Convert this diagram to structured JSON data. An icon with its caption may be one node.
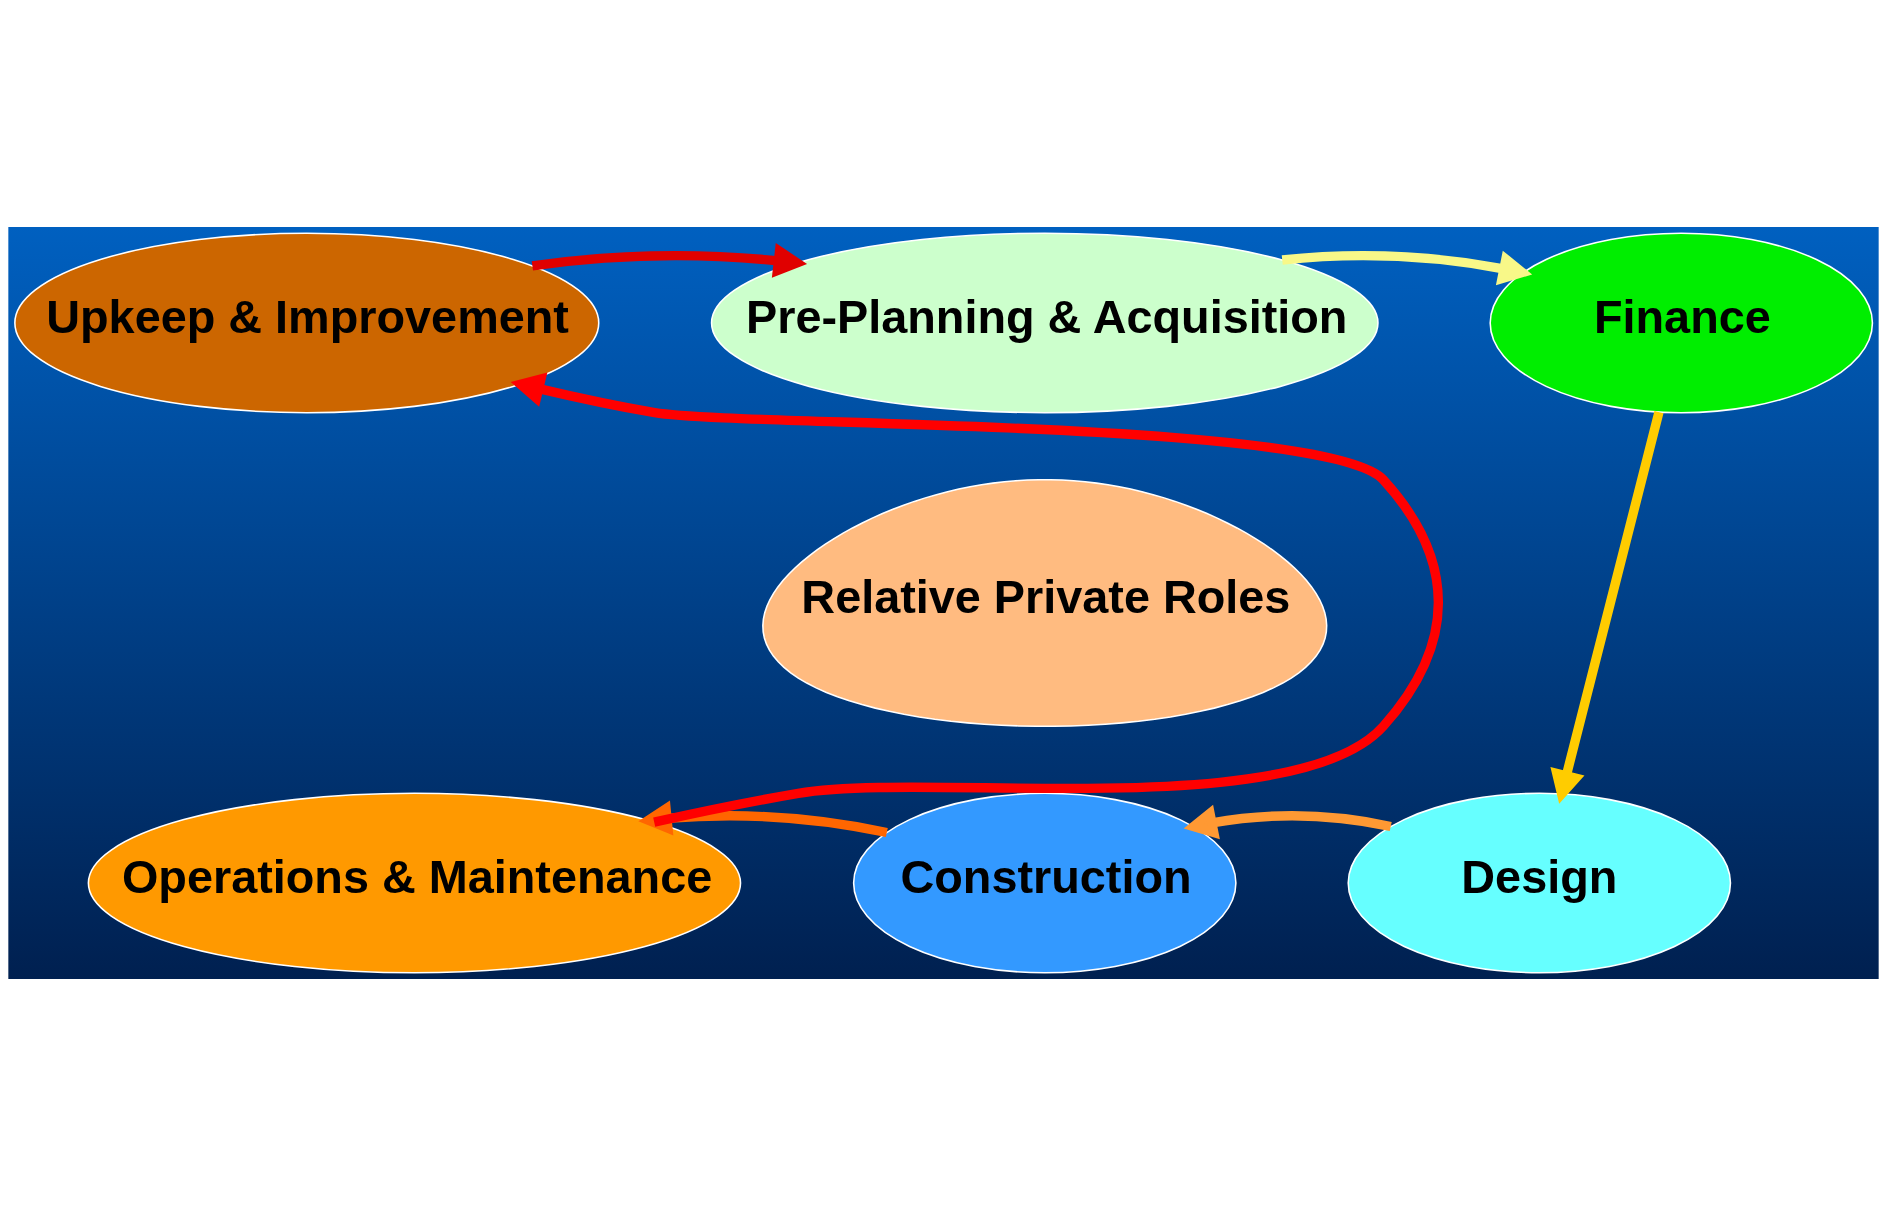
{
  "diagram": {
    "nodes": [
      {
        "text": [
          "Pre-Planning & Acquisition"
        ]
      },
      {
        "text": [
          "Finance"
        ]
      },
      {
        "text": [
          "Design"
        ]
      },
      {
        "text": [
          "Construction"
        ]
      },
      {
        "text": [
          "Operations & Maintenance"
        ]
      },
      {
        "text": [
          "Upkeep & Improvement"
        ]
      },
      {
        "text": [
          "Relative Private Roles"
        ]
      }
    ],
    "edges": [
      {
        "from": 0,
        "to": 1,
        "arrow": "to",
        "color": "#f8f888"
      },
      {
        "from": 1,
        "to": 2,
        "arrow": "to",
        "color": "#ffcc00"
      },
      {
        "from": 2,
        "to": 3,
        "arrow": "to",
        "color": "#ff9933"
      },
      {
        "from": 3,
        "to": 4,
        "arrow": "to",
        "color": "#ff6600"
      },
      {
        "from": 4,
        "to": 5,
        "arrow": "to",
        "color": "#ff0000"
      },
      {
        "from": 5,
        "to": 0,
        "arrow": "to",
        "color": "#e00000"
      }
    ]
  }
}
